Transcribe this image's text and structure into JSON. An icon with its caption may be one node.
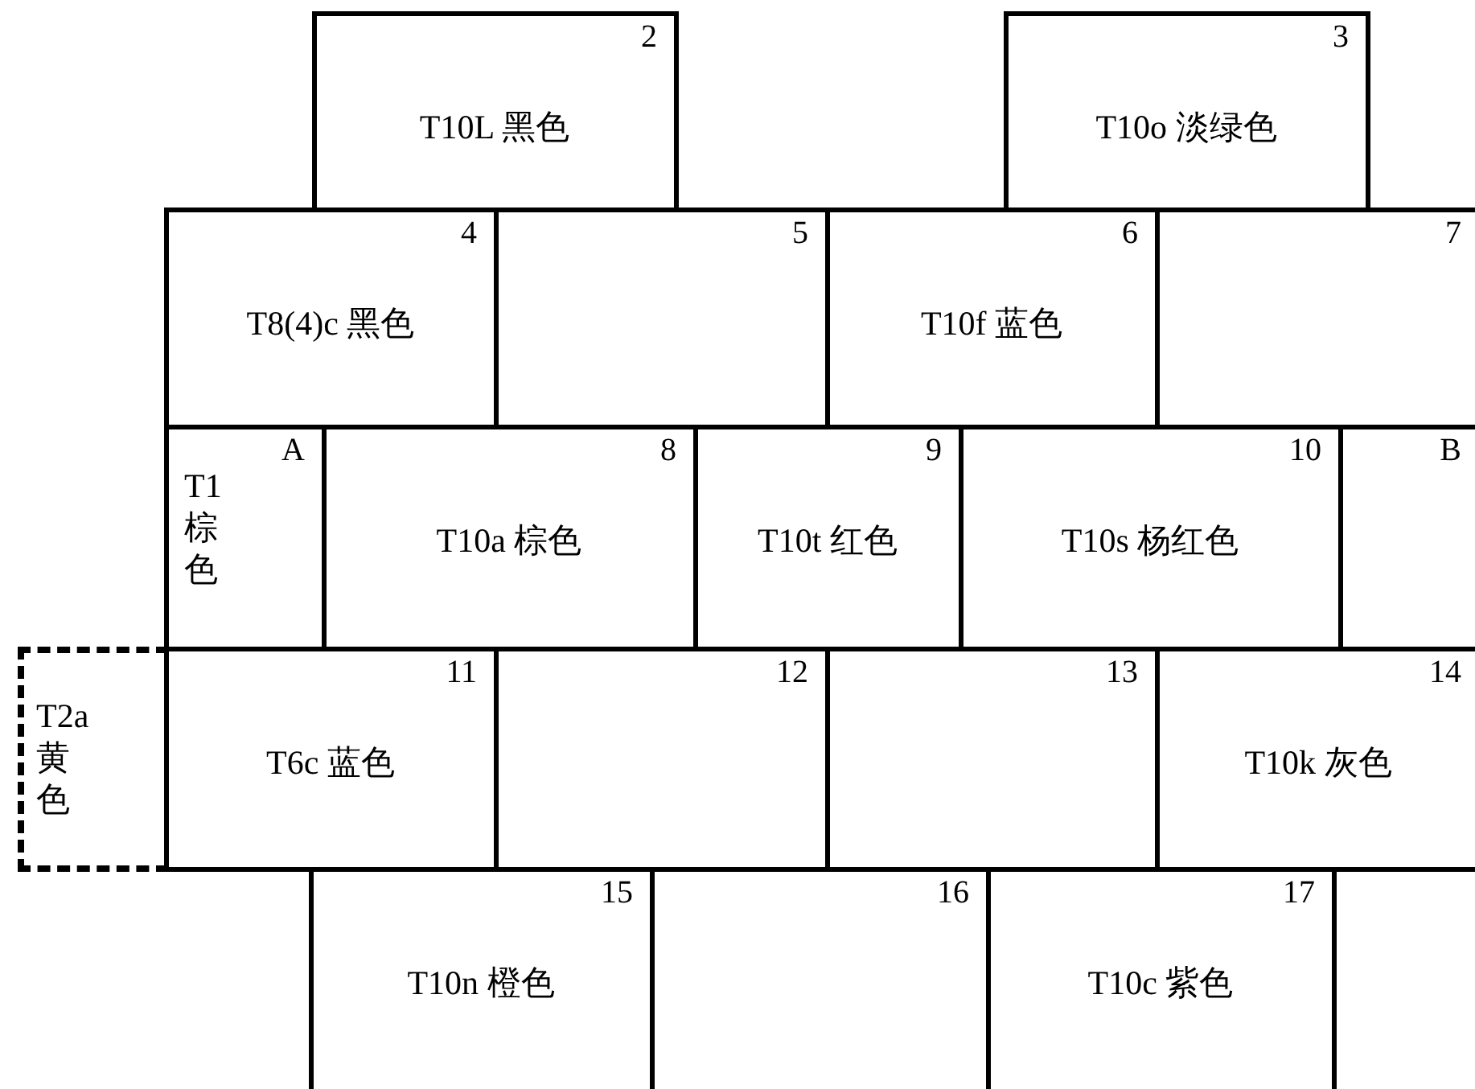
{
  "diagram": {
    "nodes": [
      {
        "text": [
          "2",
          "T10L 黑色"
        ]
      },
      {
        "text": [
          "3",
          "T10o 淡绿色"
        ]
      },
      {
        "text": [
          "4",
          "T8(4)c 黑色"
        ]
      },
      {
        "text": [
          "5"
        ]
      },
      {
        "text": [
          "6",
          "T10f 蓝色"
        ]
      },
      {
        "text": [
          "7"
        ]
      },
      {
        "text": [
          "A",
          "T1 棕色"
        ]
      },
      {
        "text": [
          "8",
          "T10a 棕色"
        ]
      },
      {
        "text": [
          "9",
          "T10t 红色"
        ]
      },
      {
        "text": [
          "10",
          "T10s 杨红色"
        ]
      },
      {
        "text": [
          "B"
        ]
      },
      {
        "text": [
          "T2a 黄色"
        ]
      },
      {
        "text": [
          "11",
          "T6c 蓝色"
        ]
      },
      {
        "text": [
          "12"
        ]
      },
      {
        "text": [
          "13"
        ]
      },
      {
        "text": [
          "14",
          "T10k 灰色"
        ]
      },
      {
        "text": [
          "15",
          "T10n 橙色"
        ]
      },
      {
        "text": [
          "16"
        ]
      },
      {
        "text": [
          "17",
          "T10c 紫色"
        ]
      }
    ]
  }
}
